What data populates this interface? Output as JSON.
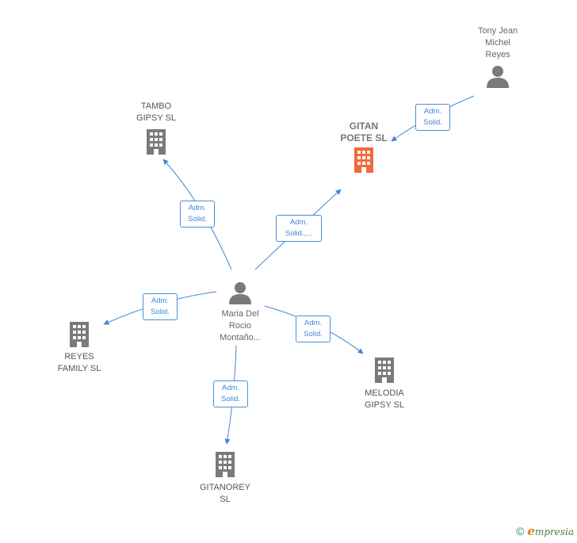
{
  "nodes": {
    "tony": {
      "type": "person",
      "label": "Tony Jean\nMichel\nReyes"
    },
    "maria": {
      "type": "person",
      "label": "Maria Del\nRocio\nMontaño..."
    },
    "gitan_poete": {
      "type": "company",
      "label": "GITAN\nPOETE SL",
      "highlight": true,
      "color": "#f06a3a"
    },
    "tambo_gipsy": {
      "type": "company",
      "label": "TAMBO\nGIPSY SL"
    },
    "reyes_family": {
      "type": "company",
      "label": "REYES\nFAMILY SL"
    },
    "melodia_gipsy": {
      "type": "company",
      "label": "MELODIA\nGIPSY SL"
    },
    "gitanorey": {
      "type": "company",
      "label": "GITANOREY\nSL"
    }
  },
  "edges": {
    "tony_gitan": {
      "label": "Adm.\nSolid."
    },
    "maria_gitan": {
      "label": "Adm.\nSolid.,..."
    },
    "maria_tambo": {
      "label": "Adm.\nSolid."
    },
    "maria_reyes": {
      "label": "Adm.\nSolid."
    },
    "maria_melodia": {
      "label": "Adm.\nSolid."
    },
    "maria_gitanorey": {
      "label": "Adm.\nSolid."
    }
  },
  "colors": {
    "edge": "#3f86d6",
    "icon": "#7a7a7a",
    "highlight": "#f06a3a"
  },
  "footer": {
    "copyright": "©",
    "brand_e": "e",
    "brand_rest": "mpresia"
  }
}
